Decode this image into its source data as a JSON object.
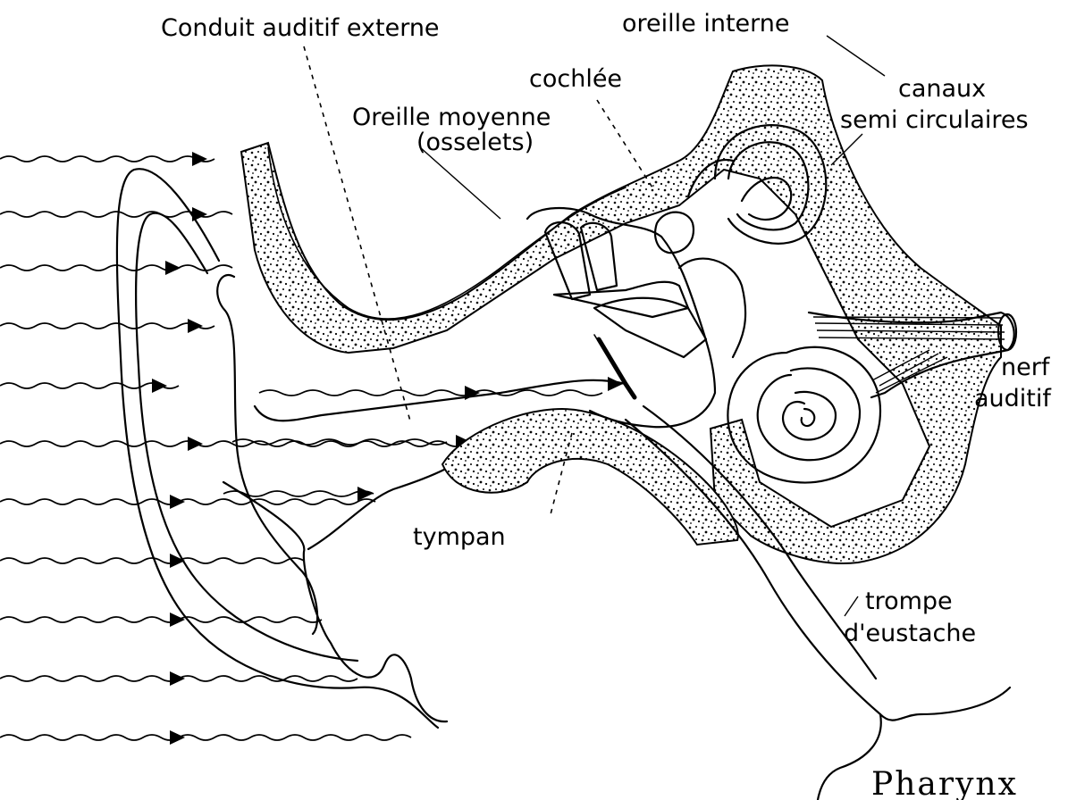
{
  "labels": {
    "conduit": "Conduit auditif externe",
    "oreille_interne": "oreille interne",
    "cochlee": "cochlée",
    "oreille_moyenne": "Oreille moyenne",
    "osselets": "(osselets)",
    "canaux": "canaux",
    "semi_circulaires": "semi circulaires",
    "nerf": "nerf",
    "auditif": "auditif",
    "tympan": "tympan",
    "trompe": "trompe",
    "eustache": "d'eustache",
    "pharynx": "Pharynx"
  }
}
